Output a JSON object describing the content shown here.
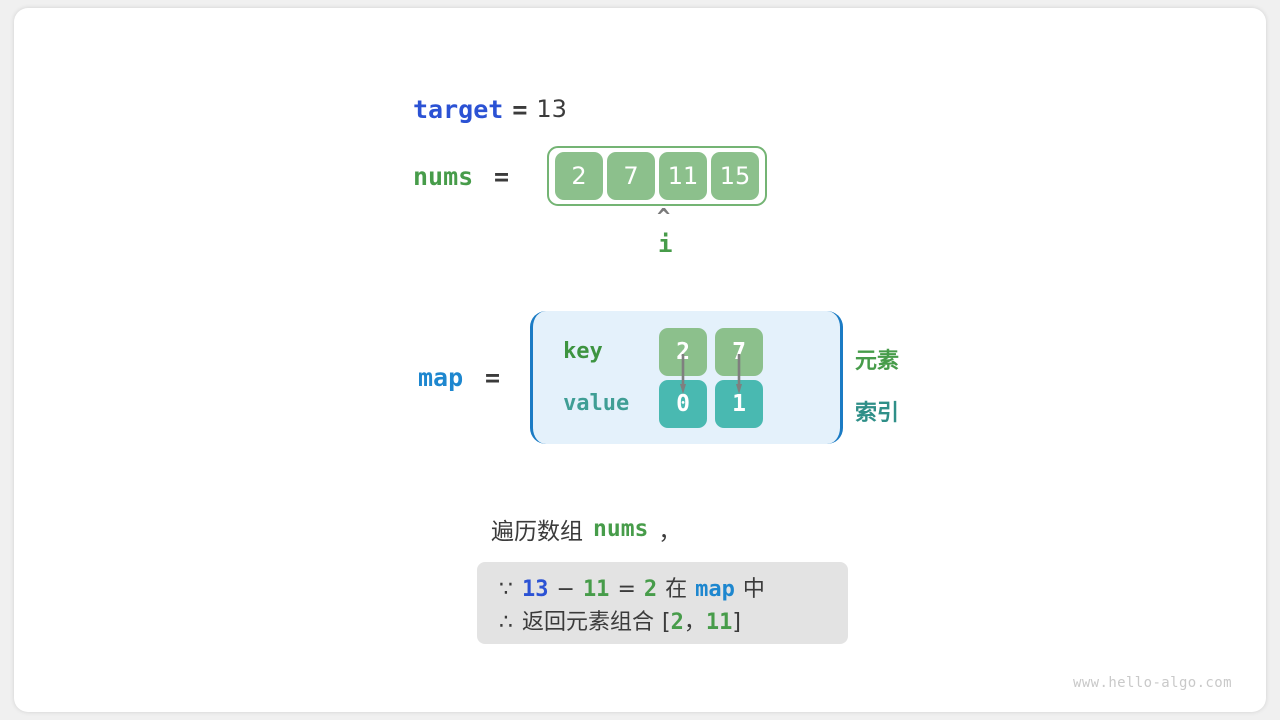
{
  "target": {
    "label": "target",
    "equals": "=",
    "value": "13"
  },
  "nums": {
    "label": "nums",
    "equals": "=",
    "cells": [
      "2",
      "7",
      "11",
      "15"
    ],
    "pointer_caret": "^",
    "pointer_label": "i",
    "pointer_index": 2
  },
  "map": {
    "label": "map",
    "equals": "=",
    "key_label": "key",
    "value_label": "value",
    "keys": [
      "2",
      "7"
    ],
    "values": [
      "0",
      "1"
    ],
    "legend_element": "元素",
    "legend_index": "索引"
  },
  "caption": {
    "prefix": "遍历数组",
    "code": "nums",
    "suffix": "，"
  },
  "formula": {
    "line1": {
      "symbol": "∵",
      "a": "13",
      "minus": "−",
      "b": "11",
      "eq": "=",
      "c": "2",
      "at": "在",
      "map": "map",
      "in": "中"
    },
    "line2": {
      "symbol": "∴",
      "text": "返回元素组合",
      "bracket_open": "[",
      "x": "2",
      "comma": "，",
      "y": "11",
      "bracket_close": "]"
    }
  },
  "watermark": "www.hello-algo.com",
  "colors": {
    "blue_dark": "#2b52d4",
    "blue_light": "#1e87cf",
    "green": "#479c4a",
    "green_cell": "#8cc08c",
    "teal_cell": "#49b9b1",
    "teal_text": "#3f9e95",
    "map_bg": "#e4f1fb",
    "map_border": "#1b7bc4",
    "formula_bg": "#e3e3e3",
    "arrow": "#7f7f7f"
  }
}
